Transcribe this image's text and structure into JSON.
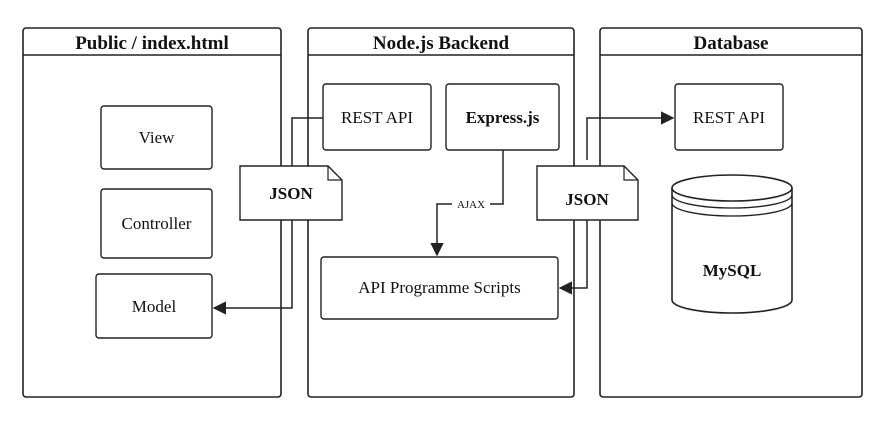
{
  "panels": {
    "frontend": {
      "title": "Public / index.html"
    },
    "backend": {
      "title": "Node.js Backend"
    },
    "database": {
      "title": "Database"
    }
  },
  "frontend": {
    "view": "View",
    "controller": "Controller",
    "model": "Model"
  },
  "backend": {
    "rest_api": "REST API",
    "express": "Express.js",
    "api_scripts": "API Programme Scripts"
  },
  "database": {
    "rest_api": "REST API",
    "mysql": "MySQL"
  },
  "connectors": {
    "json_left": "JSON",
    "json_right": "JSON",
    "ajax": "AJAX"
  },
  "colors": {
    "stroke": "#222222",
    "background": "#ffffff",
    "text": "#111111"
  }
}
